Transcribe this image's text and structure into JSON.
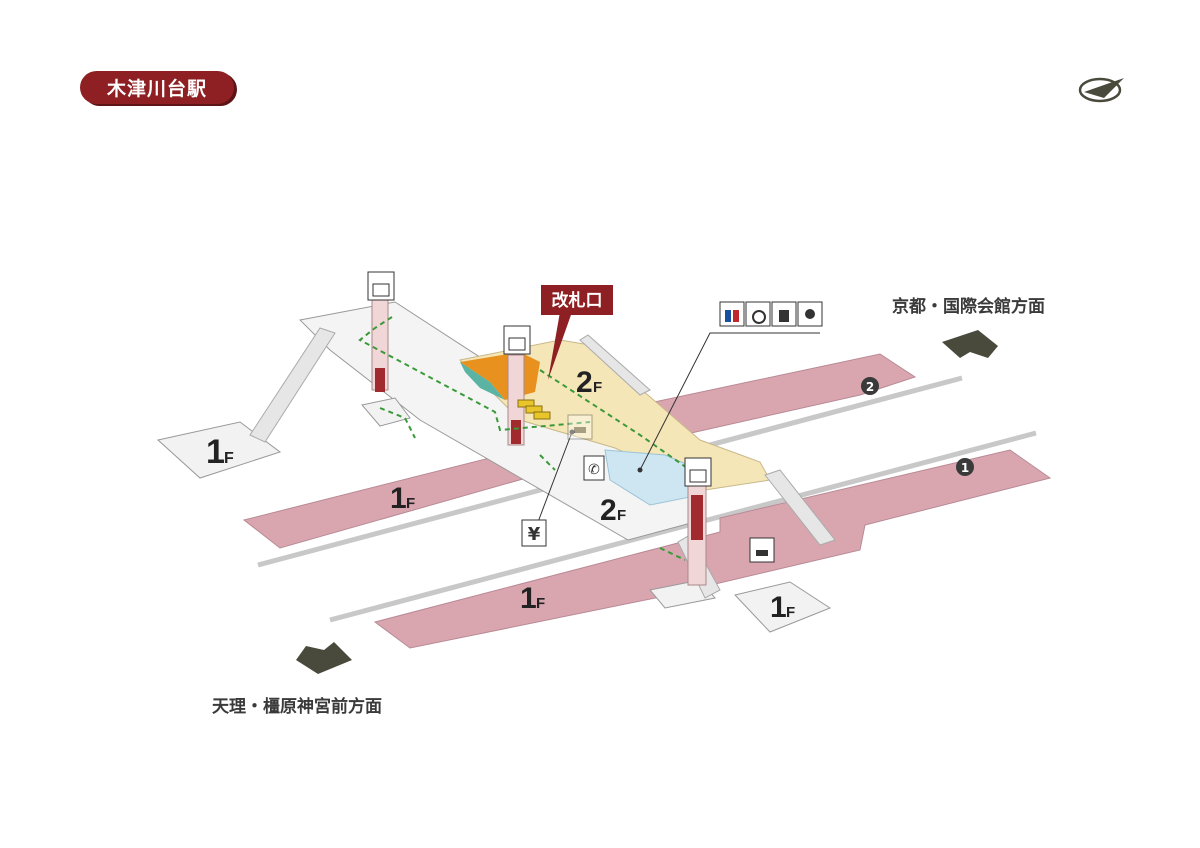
{
  "station": {
    "name": "木津川台駅"
  },
  "directions": {
    "north": "京都・国際会館方面",
    "south": "天理・橿原神宮前方面"
  },
  "gate": {
    "label": "改札口"
  },
  "floors": {
    "first": "1",
    "second": "2",
    "suffix": "F"
  },
  "platforms": [
    "1",
    "2"
  ],
  "icons": {
    "compass": "compass-icon",
    "elevator": "elevator-icon",
    "toilet": "toilet-icon",
    "accessible_toilet": "wheelchair-icon",
    "ostomate": "ostomate-icon",
    "baby_care": "baby-care-icon",
    "phone": "telephone-icon",
    "ticket": "ticket-machine-icon",
    "waiting": "waiting-room-icon"
  },
  "colors": {
    "brand": "#8e1f22",
    "track_platform": "#d9a6b0",
    "concourse": "#f5e6b8",
    "ticket_office": "#e8911e",
    "restroom_area": "#cde6f2",
    "route": "#3a9a3a",
    "arrow": "#4a4a3c"
  }
}
